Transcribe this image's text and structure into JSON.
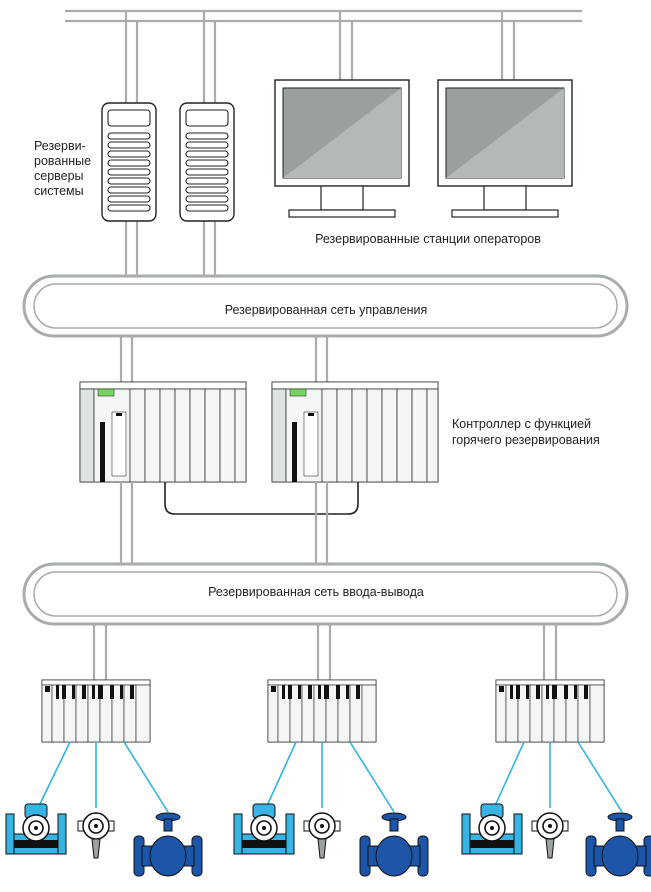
{
  "labels": {
    "servers_line1": "Резерви-",
    "servers_line2": "рованные",
    "servers_line3": "серверы",
    "servers_line4": "системы",
    "operator_stations": "Резервированные станции операторов",
    "control_network": "Резервированная сеть управления",
    "controller_line1": "Контроллер с функцией",
    "controller_line2": "горячего резервирования",
    "io_network": "Резервированная сеть ввода-вывода"
  },
  "colors": {
    "network_line": "#a8acae",
    "field_link": "#2fb6e0",
    "transmitter": "#38b4e4",
    "valve": "#1d56a8",
    "monitor_screen": "#9c9fa0",
    "display_green": "#76d35d",
    "dark": "#222222"
  },
  "icons": {
    "server": "server-tower-icon",
    "monitor": "monitor-icon",
    "controller": "plc-rack-icon",
    "io_rack": "io-rack-icon",
    "flowmeter": "flowmeter-icon",
    "pressure": "pressure-transmitter-icon",
    "valve": "control-valve-icon"
  }
}
